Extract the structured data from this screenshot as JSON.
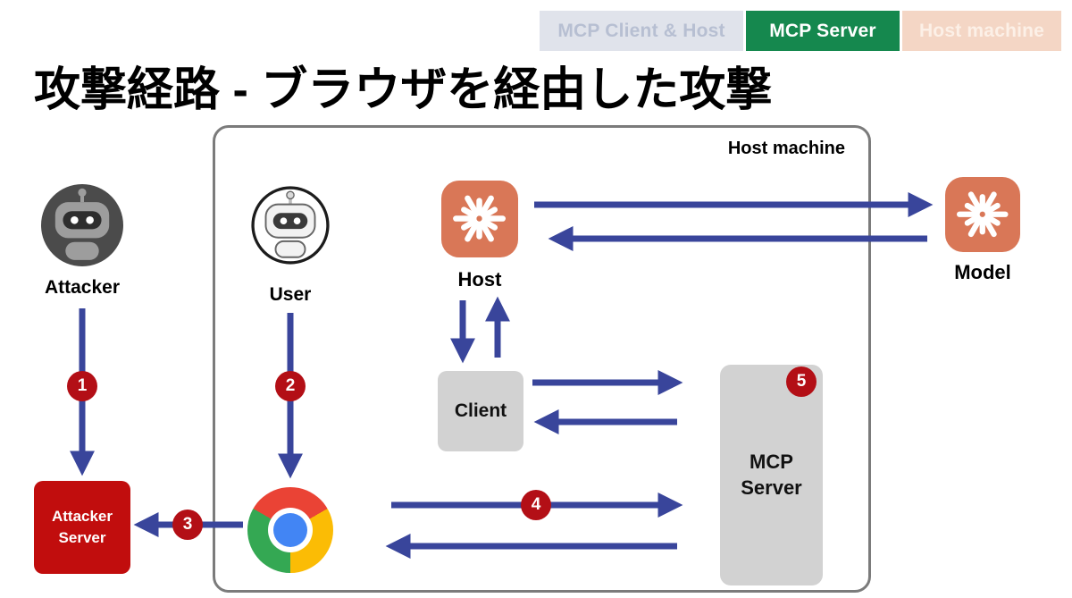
{
  "legend": {
    "items": [
      {
        "id": "mcp-client-host",
        "label": "MCP Client & Host"
      },
      {
        "id": "mcp-server",
        "label": "MCP Server"
      },
      {
        "id": "host-machine",
        "label": "Host machine"
      }
    ]
  },
  "title": "攻撃経路 - ブラウザを経由した攻撃",
  "diagram": {
    "container_label": "Host machine",
    "nodes": {
      "attacker": {
        "label": "Attacker",
        "icon": "robot-avatar-dark"
      },
      "user": {
        "label": "User",
        "icon": "robot-avatar-light"
      },
      "host": {
        "label": "Host",
        "icon": "claude-starburst-icon"
      },
      "model": {
        "label": "Model",
        "icon": "claude-starburst-icon"
      },
      "client": {
        "label": "Client"
      },
      "mcp_server": {
        "label": "MCP Server"
      },
      "attacker_server": {
        "label": "Attacker Server"
      },
      "browser": {
        "icon": "chrome-browser-icon"
      }
    },
    "badges": {
      "b1": "1",
      "b2": "2",
      "b3": "3",
      "b4": "4",
      "b5": "5"
    }
  },
  "colors": {
    "chip1_bg": "#e0e3eb",
    "chip1_fg": "#b7bfd2",
    "chip2_bg": "#15884e",
    "chip2_fg": "#ffffff",
    "chip3_bg": "#f4d6c5",
    "chip3_fg": "#fcf0e7",
    "arrow": "#39459B",
    "container_border": "#7b7b7b",
    "claude_orange": "#d97757",
    "node_gray": "#d2d2d2",
    "attacker_server_bg": "#c10d0d",
    "attacker_server_fg": "#ffffff",
    "badge_bg": "#b30f16",
    "badge_fg": "#ffffff",
    "chrome_red": "#ea4335",
    "chrome_yellow": "#fbbc05",
    "chrome_green": "#34a853",
    "chrome_blue": "#4285f4"
  }
}
